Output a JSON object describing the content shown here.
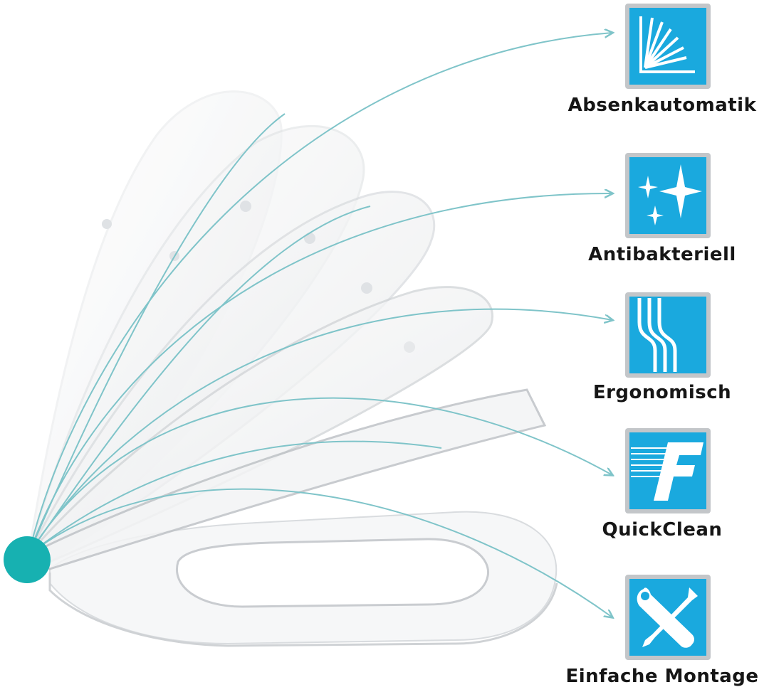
{
  "colors": {
    "accent": "#1aa9de",
    "accent_light": "#6fd2f3",
    "tile_frame": "#b9bcbf",
    "arrow": "#7fc4c9",
    "hinge": "#17b1b1"
  },
  "features": [
    {
      "label": "Absenkautomatik",
      "icon": "soft-close-icon"
    },
    {
      "label": "Antibakteriell",
      "icon": "sparkle-icon"
    },
    {
      "label": "Ergonomisch",
      "icon": "ergonomic-curve-icon"
    },
    {
      "label": "QuickClean",
      "icon": "quickclean-f-icon"
    },
    {
      "label": "Einfache Montage",
      "icon": "wrench-screwdriver-icon"
    }
  ]
}
